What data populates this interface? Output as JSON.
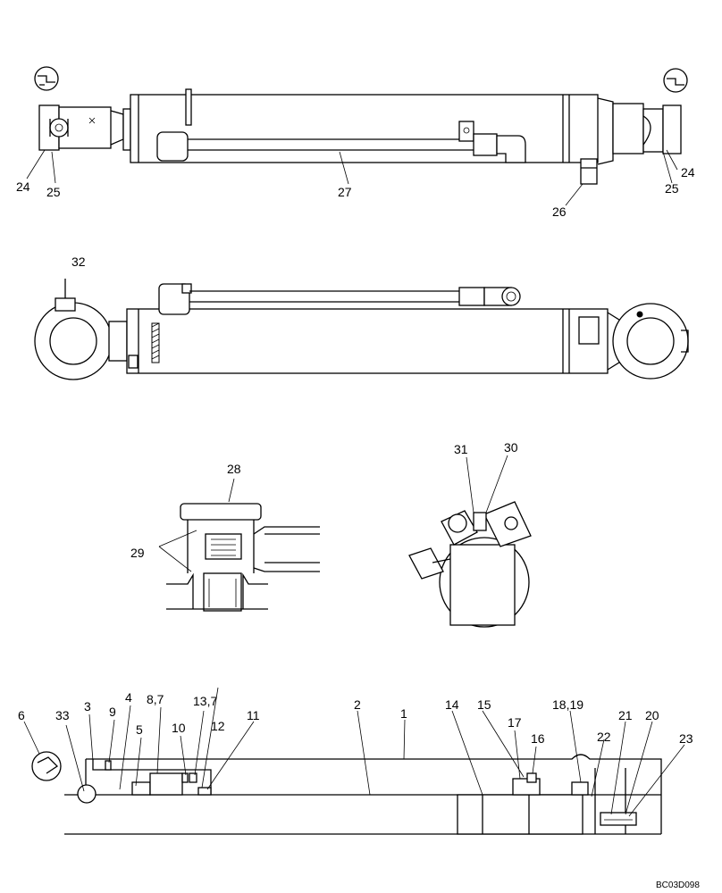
{
  "callouts": {
    "c24a": "24",
    "c25a": "25",
    "c27": "27",
    "c24b": "24",
    "c25b": "25",
    "c26": "26",
    "c32": "32",
    "c28": "28",
    "c29": "29",
    "c31": "31",
    "c30": "30",
    "c6": "6",
    "c33": "33",
    "c3": "3",
    "c9": "9",
    "c4": "4",
    "c5": "5",
    "c87": "8,7",
    "c10": "10",
    "c137": "13,7",
    "c12": "12",
    "c11": "11",
    "c2": "2",
    "c1": "1",
    "c14": "14",
    "c15": "15",
    "c17": "17",
    "c16": "16",
    "c1819": "18,19",
    "c22": "22",
    "c21": "21",
    "c20": "20",
    "c23": "23"
  },
  "drawing_code": "BC03D098"
}
